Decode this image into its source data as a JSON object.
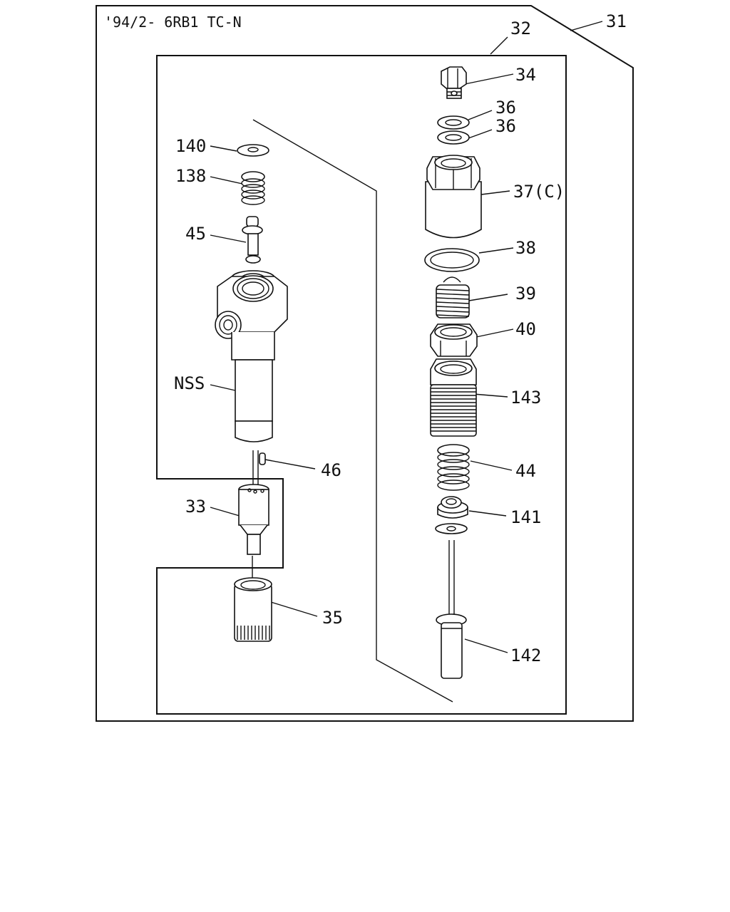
{
  "header": {
    "model_code": "'94/2- 6RB1 TC-N"
  },
  "callouts": {
    "c31": "31",
    "c32": "32",
    "c34": "34",
    "c36a": "36",
    "c36b": "36",
    "c37": "37(C)",
    "c38": "38",
    "c39": "39",
    "c40": "40",
    "c143": "143",
    "c44": "44",
    "c141": "141",
    "c142": "142",
    "c140": "140",
    "c138": "138",
    "c45": "45",
    "cNSS": "NSS",
    "c46": "46",
    "c33": "33",
    "c35": "35"
  }
}
